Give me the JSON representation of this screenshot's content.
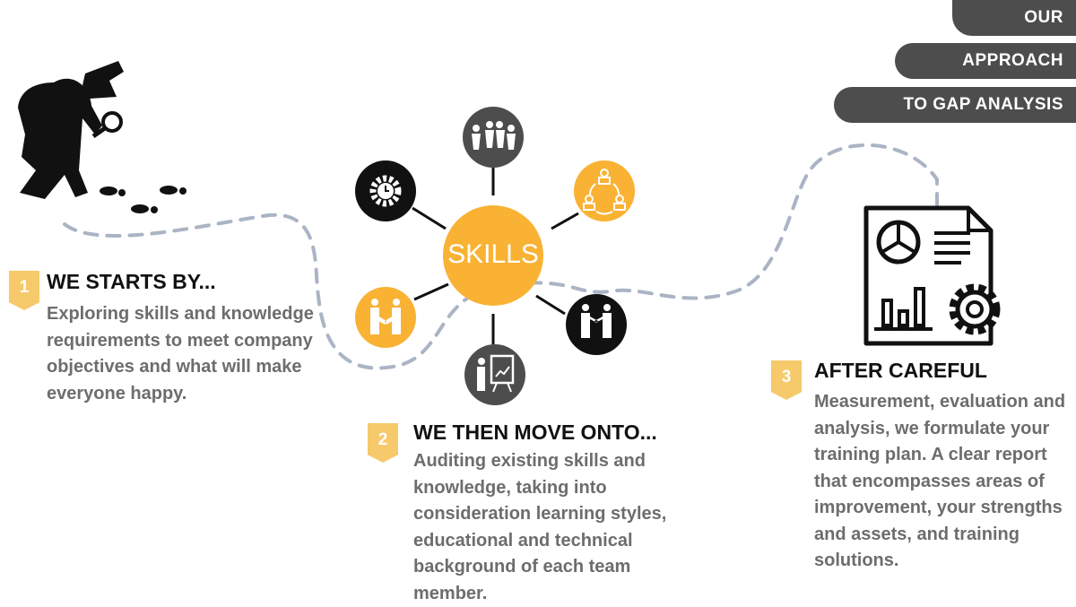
{
  "header": {
    "tabs": [
      "OUR",
      "APPROACH",
      "TO GAP ANALYSIS"
    ]
  },
  "center": {
    "label": "SKILLS"
  },
  "steps": [
    {
      "number": "1",
      "title": "WE STARTS BY...",
      "body": "Exploring skills and knowledge requirements to meet company objectives and what will make everyone happy."
    },
    {
      "number": "2",
      "title": "WE THEN MOVE ONTO...",
      "body": "Auditing existing skills and knowledge, taking into consideration learning styles, educational and technical background of each team member."
    },
    {
      "number": "3",
      "title": "AFTER CAREFUL",
      "body": "Measurement, evaluation and analysis, we formulate your training plan. A clear report that encompasses areas of improvement, your strengths and assets, and training solutions."
    }
  ],
  "icons": [
    "teamwork-icon",
    "cycle-icon",
    "presentation-icon",
    "meeting-icon",
    "handshake-icon",
    "gear-clock-icon",
    "detective-icon",
    "report-icon"
  ],
  "colors": {
    "orange": "#f9b233",
    "dark": "#4d4d4d",
    "black": "#111111",
    "text": "#6d6d6d",
    "badge": "#f6c96b",
    "path": "#aab4c4"
  }
}
